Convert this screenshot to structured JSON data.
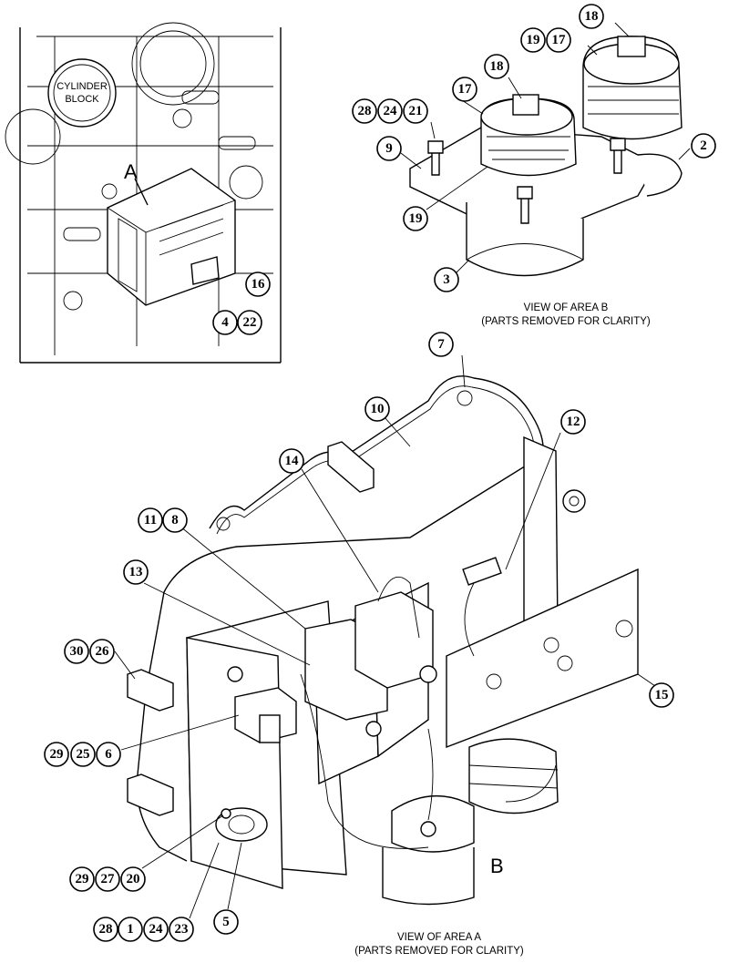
{
  "diagram": {
    "block_label_1": "CYLINDER",
    "block_label_2": "BLOCK",
    "area_a_marker": "A",
    "area_b_marker": "B",
    "caption_b_1": "VIEW OF AREA  B",
    "caption_b_2": "(PARTS REMOVED FOR CLARITY)",
    "caption_a_1": "VIEW OF AREA  A",
    "caption_a_2": "(PARTS REMOVED FOR CLARITY)"
  },
  "callouts": {
    "c16": "16",
    "c4": "4",
    "c22": "22",
    "c28b": "28",
    "c24b": "24",
    "c21": "21",
    "c9": "9",
    "c17a": "17",
    "c18a": "18",
    "c19a": "19",
    "c17b": "17",
    "c18b": "18",
    "c19b": "19",
    "c2": "2",
    "c3": "3",
    "c7": "7",
    "c10": "10",
    "c12": "12",
    "c14": "14",
    "c11": "11",
    "c8": "8",
    "c13": "13",
    "c30": "30",
    "c26": "26",
    "c29a": "29",
    "c25": "25",
    "c6": "6",
    "c15": "15",
    "c29b": "29",
    "c27": "27",
    "c20": "20",
    "c28a": "28",
    "c1": "1",
    "c24a": "24",
    "c23": "23",
    "c5": "5"
  }
}
